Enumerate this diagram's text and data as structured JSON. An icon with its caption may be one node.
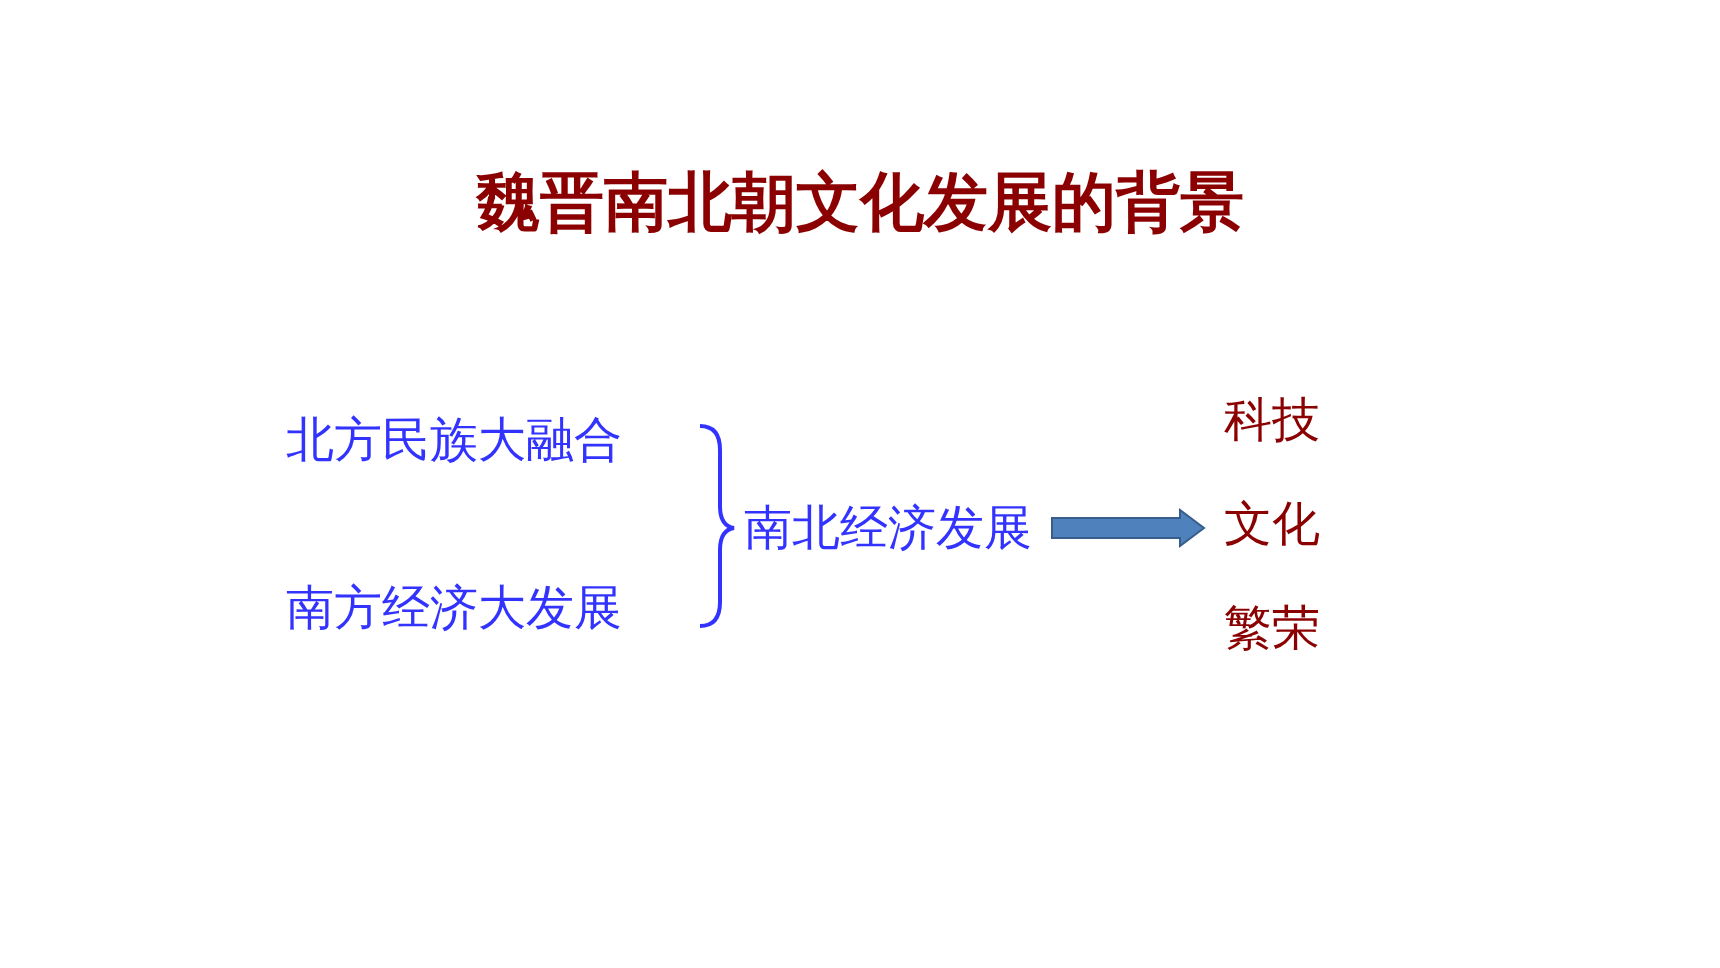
{
  "diagram": {
    "title": "魏晋南北朝文化发展的背景",
    "nodes": [
      {
        "text": [
          "北方民族大融合"
        ]
      },
      {
        "text": [
          "南方经济大发展"
        ]
      },
      {
        "text": [
          "南北经济发展"
        ]
      },
      {
        "text": [
          "科技文化繁荣"
        ]
      }
    ],
    "edges": [
      {
        "from": 2,
        "to": 3,
        "arrow": "to"
      }
    ]
  }
}
